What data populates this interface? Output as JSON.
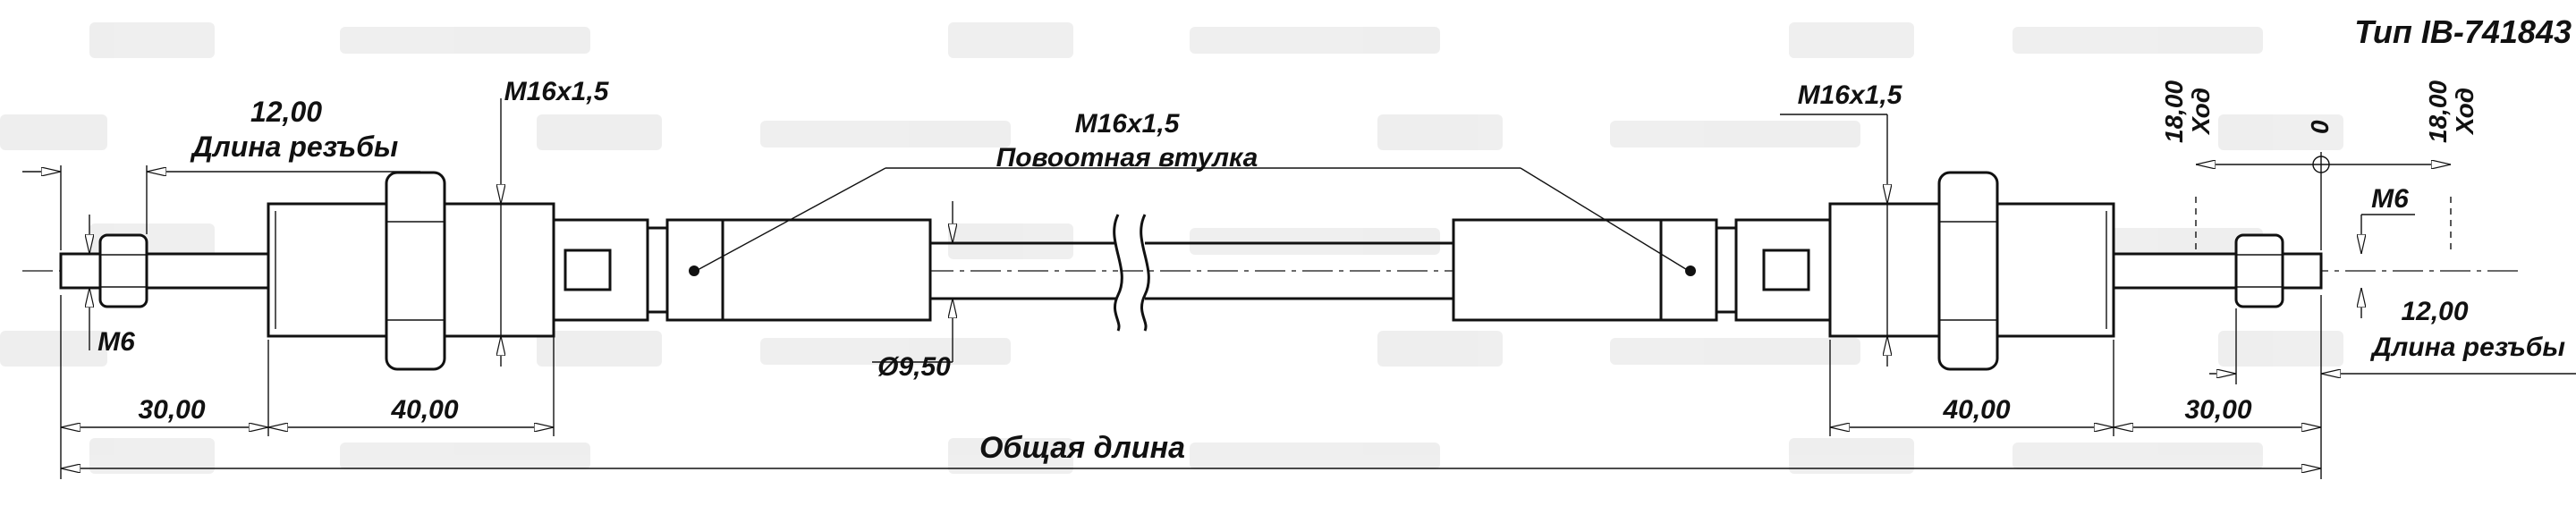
{
  "drawing": {
    "type_label": "Тип IB-741843",
    "total_length_label": "Общая длина",
    "center_label": "M16x1,5",
    "sleeve_label": "Повоотная втулка",
    "rod_diameter_label": "Ø9,50",
    "left": {
      "thread_label": "M16x1,5",
      "thread_length_value": "12,00",
      "thread_length_label": "Длина резъбы",
      "end_thread_label": "M6",
      "dim_end": "30,00",
      "dim_body": "40,00"
    },
    "right": {
      "thread_label": "M16x1,5",
      "stroke_left_value": "18,00",
      "stroke_left_label": "Ход",
      "stroke_zero": "0",
      "stroke_right_value": "18,00",
      "stroke_right_label": "Ход",
      "end_thread_label": "M6",
      "thread_length_value": "12,00",
      "thread_length_label": "Длина резъбы",
      "dim_body": "40,00",
      "dim_end": "30,00"
    }
  }
}
